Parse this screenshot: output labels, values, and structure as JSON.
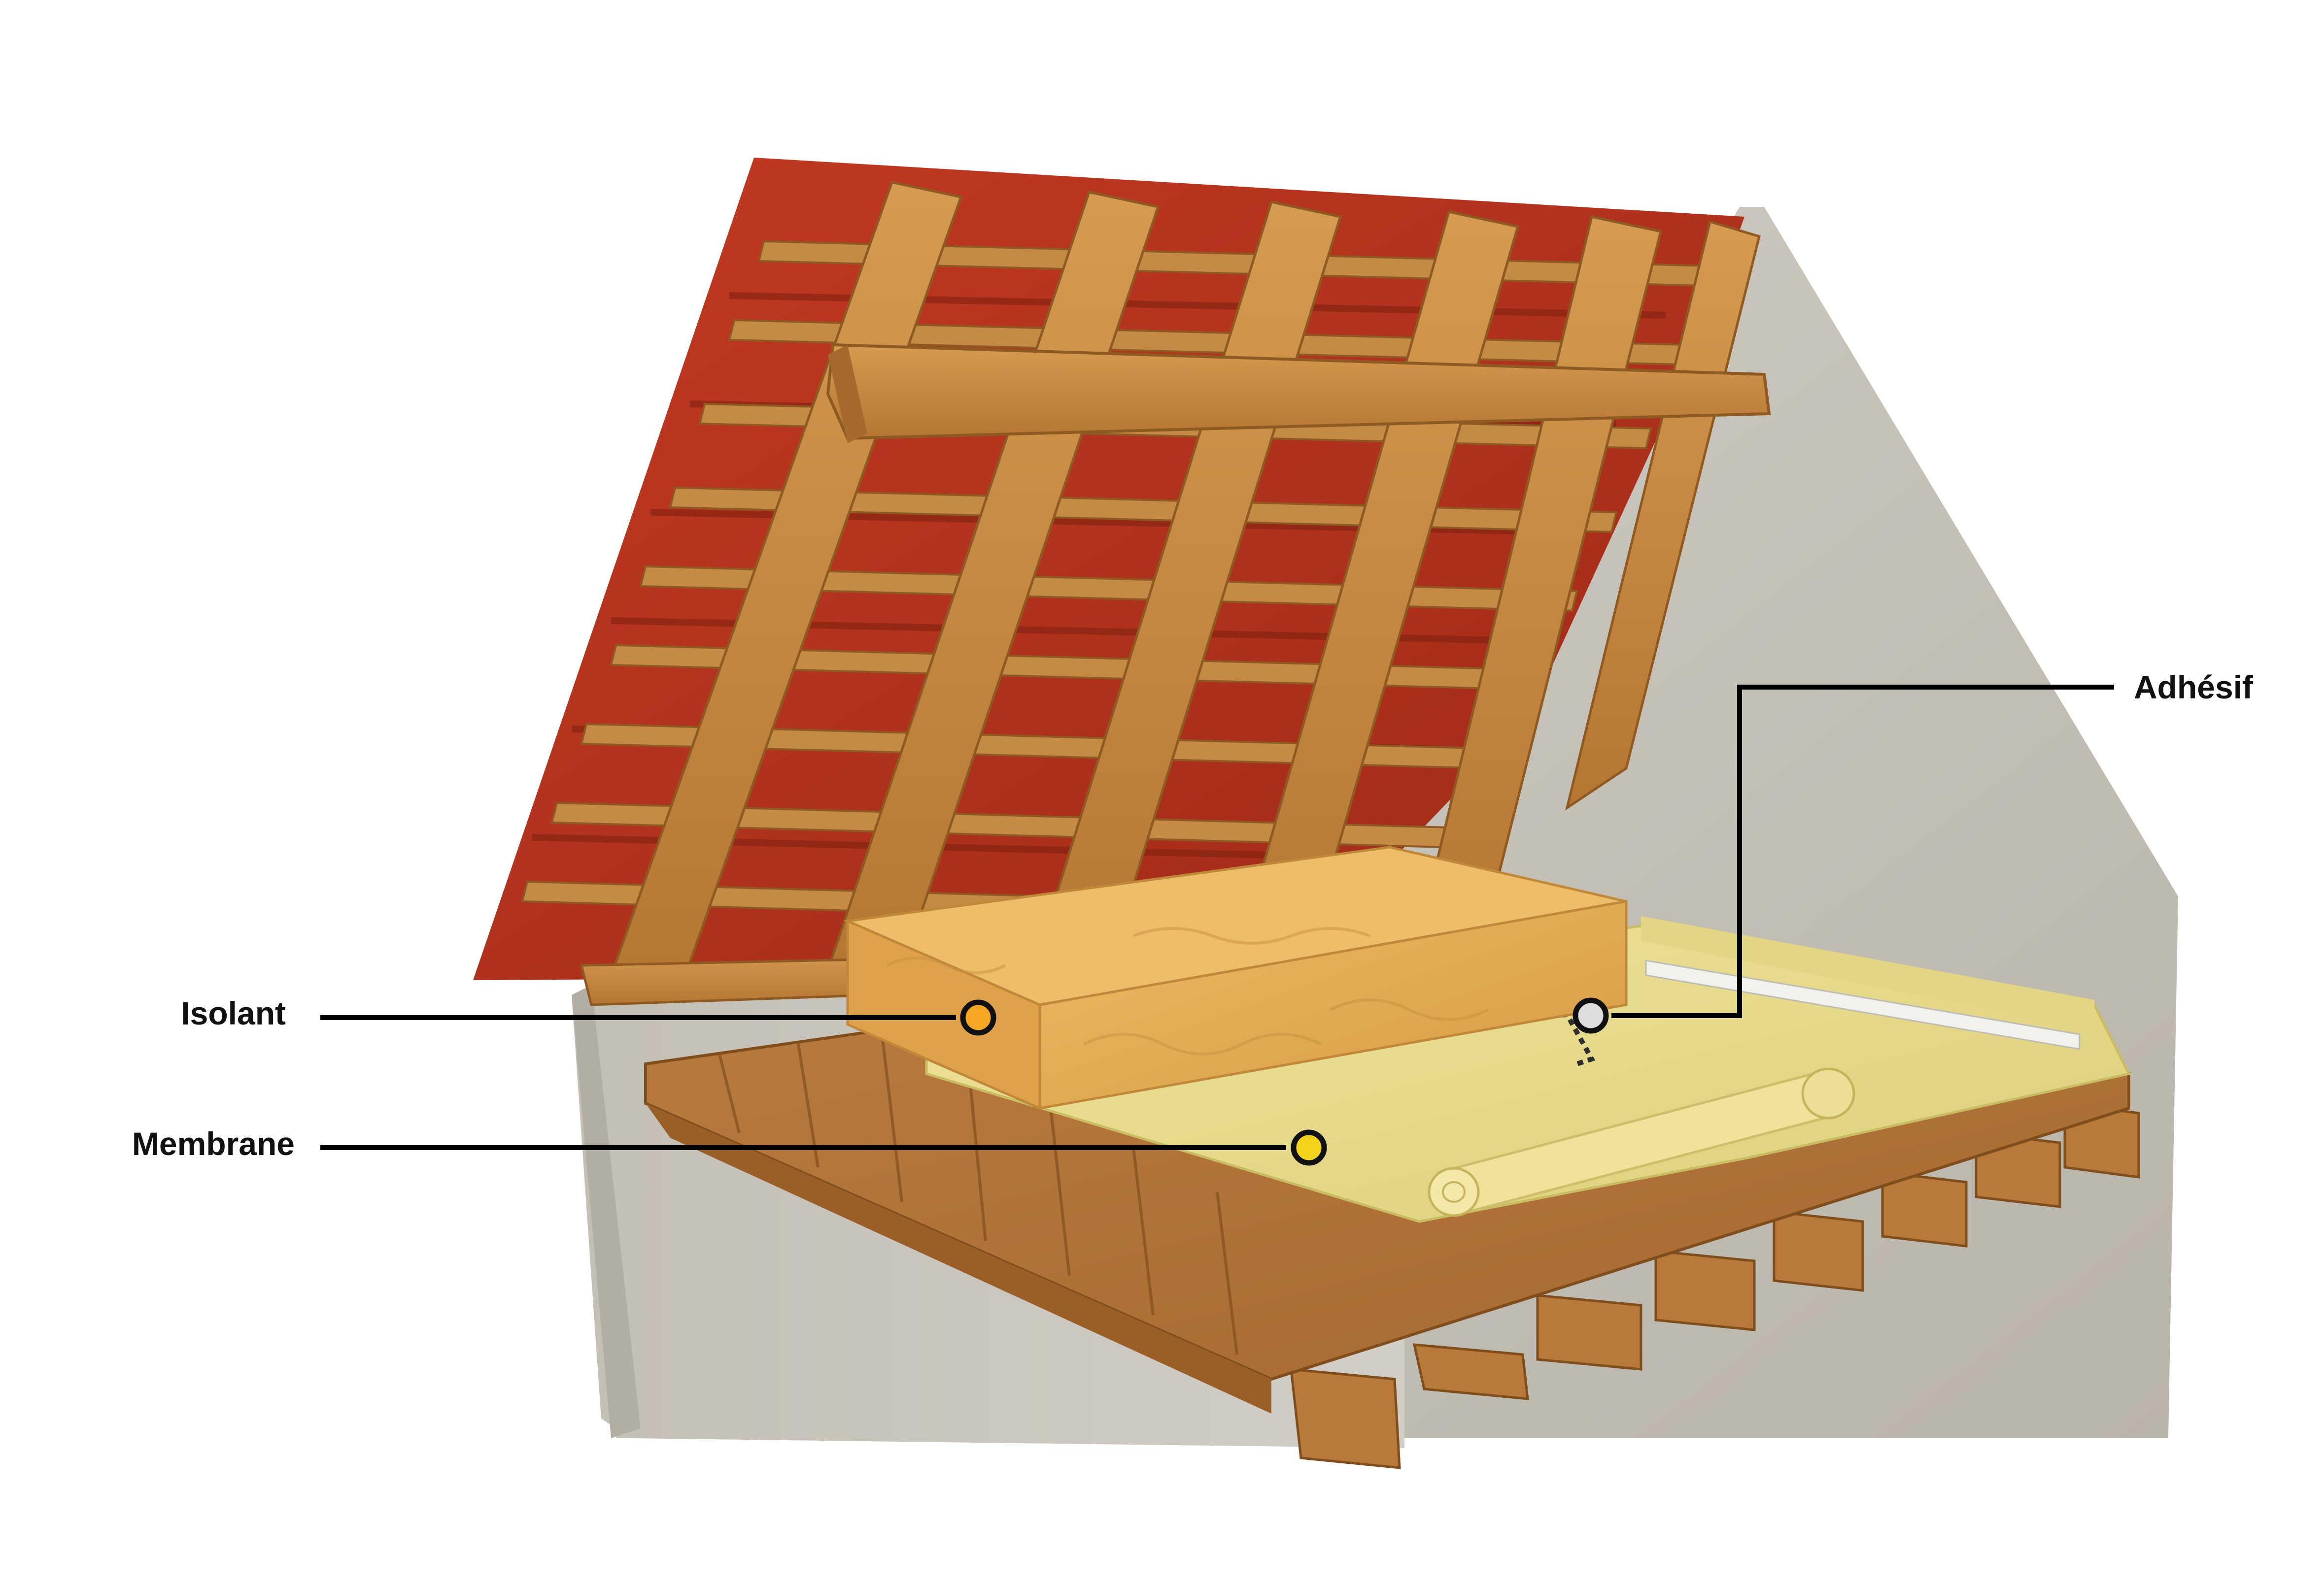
{
  "callouts": {
    "isolant": {
      "label": "Isolant",
      "marker_color": "#F5A623"
    },
    "membrane": {
      "label": "Membrane",
      "marker_color": "#F2D21B"
    },
    "adhesif": {
      "label": "Adhésif",
      "marker_color": "#DDDDDD"
    }
  },
  "colors": {
    "roof_tile": "#B8321F",
    "wood": "#C9893F",
    "wood_dark": "#9A6226",
    "wall": "#C9C5BC",
    "insulation": "#E2AC52",
    "membrane": "#E6DA8A"
  }
}
